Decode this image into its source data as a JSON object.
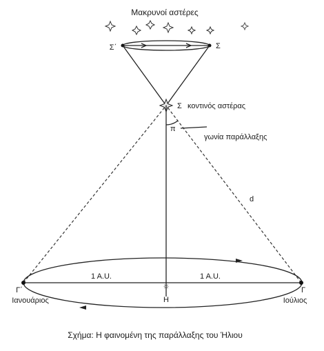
{
  "labels": {
    "distant_stars": "Μακρυνοί αστέρες",
    "sigma_prime": "Σ΄",
    "sigma_right": "Σ",
    "near_star_letter": "Σ",
    "near_star": "κοντινός αστέρας",
    "angle_symbol": "π",
    "parallax_angle": "γωνία παράλλαξης",
    "distance_d": "d",
    "au_left": "1 Α.U.",
    "au_right": "1 Α.U.",
    "sun_symbol": "☼",
    "sun_letter": "Η",
    "point_left": "Γ΄",
    "left_month": "Ιανουάριος",
    "point_right": "Γ",
    "right_month": "Ιούλιος",
    "caption": "Σχήμα: Η φαινομένη της παράλλαξης του Ήλιου"
  }
}
